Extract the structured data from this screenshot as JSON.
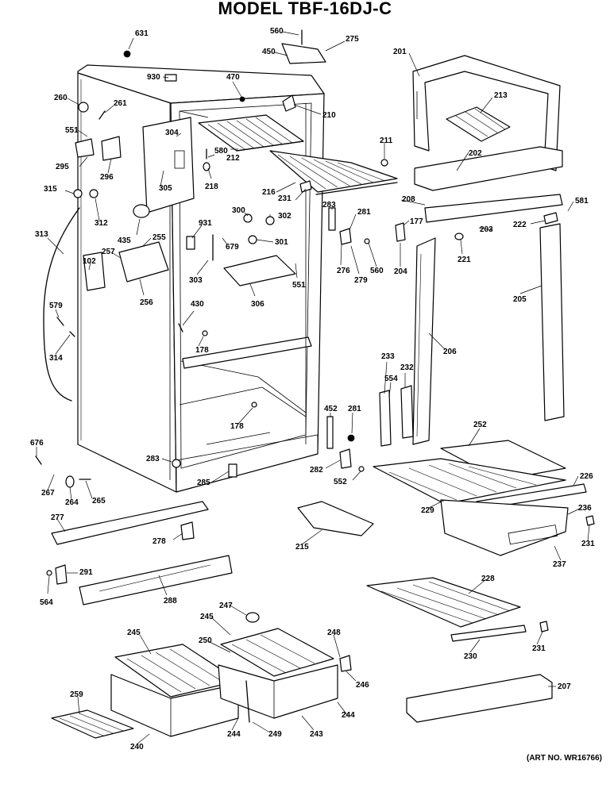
{
  "title": "MODEL TBF-16DJ-C",
  "art_no": "(ART NO. WR16766)",
  "part_labels": [
    "631",
    "560",
    "275",
    "450",
    "201",
    "930",
    "470",
    "260",
    "261",
    "210",
    "551",
    "304",
    "212",
    "213",
    "580",
    "295",
    "296",
    "211",
    "305",
    "218",
    "202",
    "216",
    "315",
    "231",
    "208",
    "312",
    "300",
    "302",
    "283",
    "281",
    "581",
    "931",
    "177",
    "222",
    "313",
    "255",
    "257",
    "301",
    "102",
    "679",
    "203",
    "256",
    "303",
    "276",
    "560",
    "204",
    "221",
    "435",
    "306",
    "551",
    "279",
    "205",
    "579",
    "430",
    "178",
    "314",
    "206",
    "233",
    "232",
    "554",
    "452",
    "281",
    "178",
    "676",
    "283",
    "252",
    "285",
    "226",
    "282",
    "552",
    "267",
    "264",
    "265",
    "229",
    "236",
    "277",
    "278",
    "215",
    "231",
    "237",
    "291",
    "564",
    "288",
    "228",
    "247",
    "248",
    "245",
    "245",
    "250",
    "246",
    "230",
    "231",
    "207",
    "259",
    "244",
    "244",
    "249",
    "243",
    "240"
  ]
}
